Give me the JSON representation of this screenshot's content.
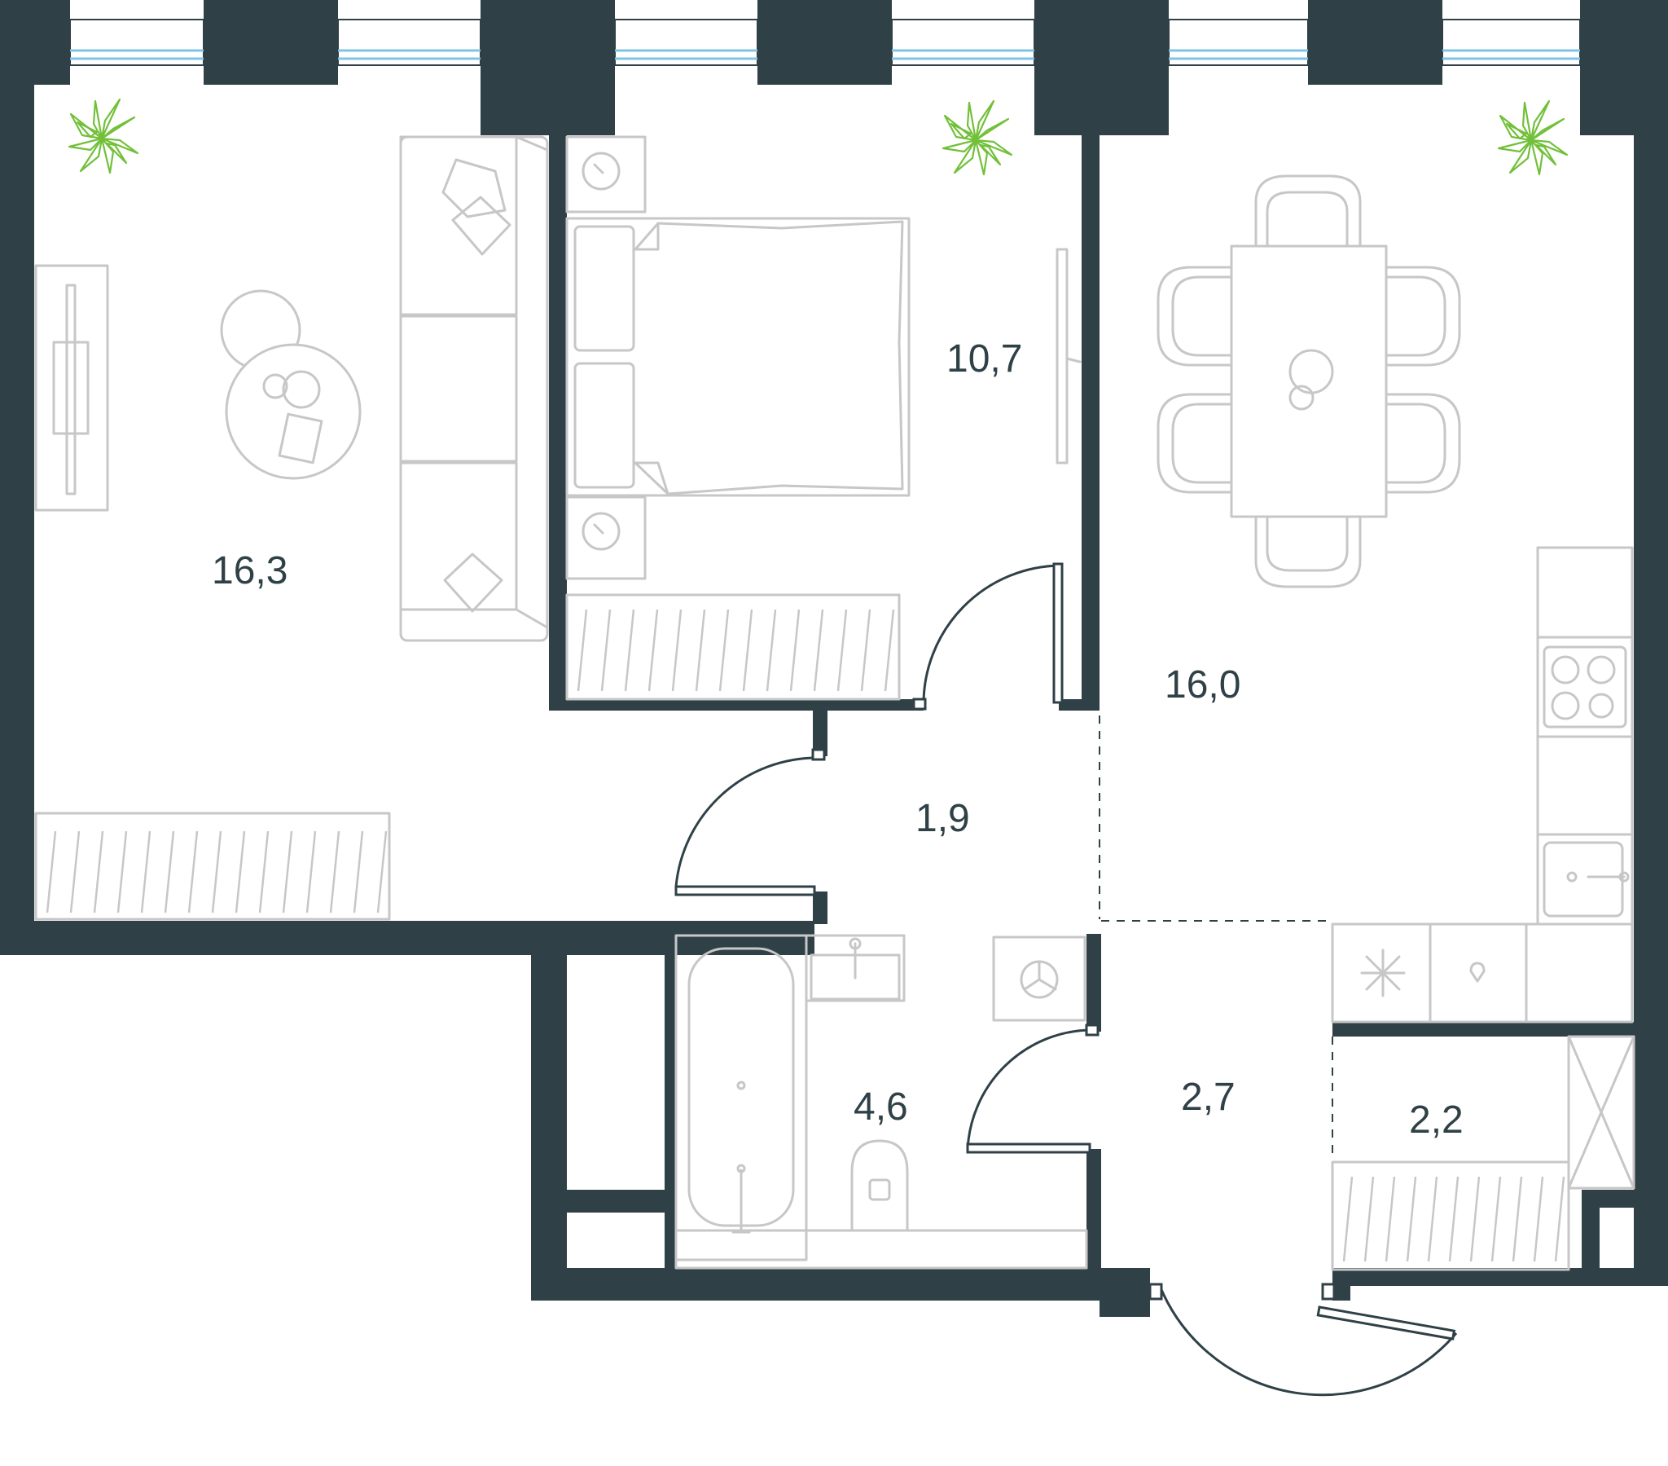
{
  "plan": {
    "wall_color": "#2f4147",
    "furniture_color": "#c7c7c7",
    "plant_color": "#72c03a",
    "window_glass_color": "#7fc4e6",
    "icons": [
      "plant-icon",
      "stove-icon",
      "sink-icon",
      "washer-icon",
      "fridge-icon",
      "tap-icon"
    ],
    "rooms": {
      "living": {
        "area": "16,3"
      },
      "bedroom": {
        "area": "10,7"
      },
      "kitchen": {
        "area": "16,0"
      },
      "corridor": {
        "area": "1,9"
      },
      "hall": {
        "area": "2,7"
      },
      "bathroom": {
        "area": "4,6"
      },
      "storage": {
        "area": "2,2"
      }
    }
  }
}
